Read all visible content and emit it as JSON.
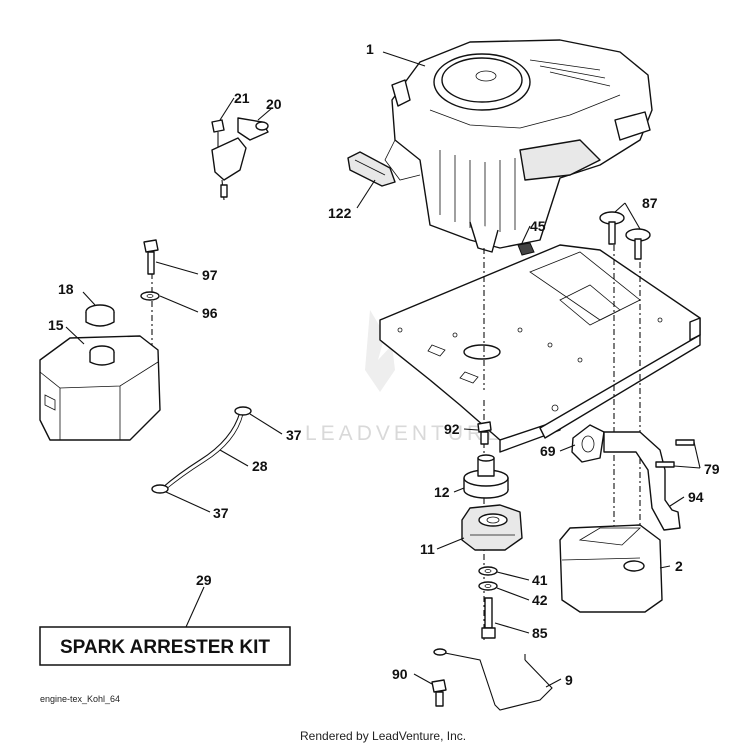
{
  "diagram": {
    "kit_label": "SPARK ARRESTER KIT",
    "reference_code": "engine-tex_Kohl_64",
    "credit": "Rendered by LeadVenture, Inc.",
    "watermark": "LEADVENTURE",
    "callouts": {
      "c1": "1",
      "c21": "21",
      "c20": "20",
      "c122": "122",
      "c45": "45",
      "c87": "87",
      "c97": "97",
      "c18": "18",
      "c96": "96",
      "c15": "15",
      "c37a": "37",
      "c28": "28",
      "c37b": "37",
      "c92": "92",
      "c69": "69",
      "c79": "79",
      "c12": "12",
      "c94": "94",
      "c11": "11",
      "c2": "2",
      "c41": "41",
      "c42": "42",
      "c29": "29",
      "c85": "85",
      "c90": "90",
      "c9": "9"
    }
  }
}
